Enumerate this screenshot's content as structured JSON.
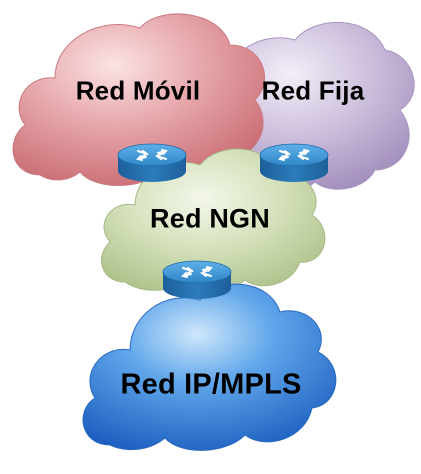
{
  "diagram": {
    "networks": [
      {
        "id": "movil",
        "label": "Red Móvil",
        "color": "#d9868c"
      },
      {
        "id": "fija",
        "label": "Red Fija",
        "color": "#b7a6cc"
      },
      {
        "id": "ngn",
        "label": "Red NGN",
        "color": "#c4d5a3"
      },
      {
        "id": "ipmpls",
        "label": "Red IP/MPLS",
        "color": "#3f89de"
      }
    ],
    "routers": [
      {
        "id": "router-movil-ngn",
        "icon": "router-icon",
        "color": "#2e86c9"
      },
      {
        "id": "router-fija-ngn",
        "icon": "router-icon",
        "color": "#2e86c9"
      },
      {
        "id": "router-ngn-ipmpls",
        "icon": "router-icon",
        "color": "#2e86c9"
      }
    ]
  }
}
